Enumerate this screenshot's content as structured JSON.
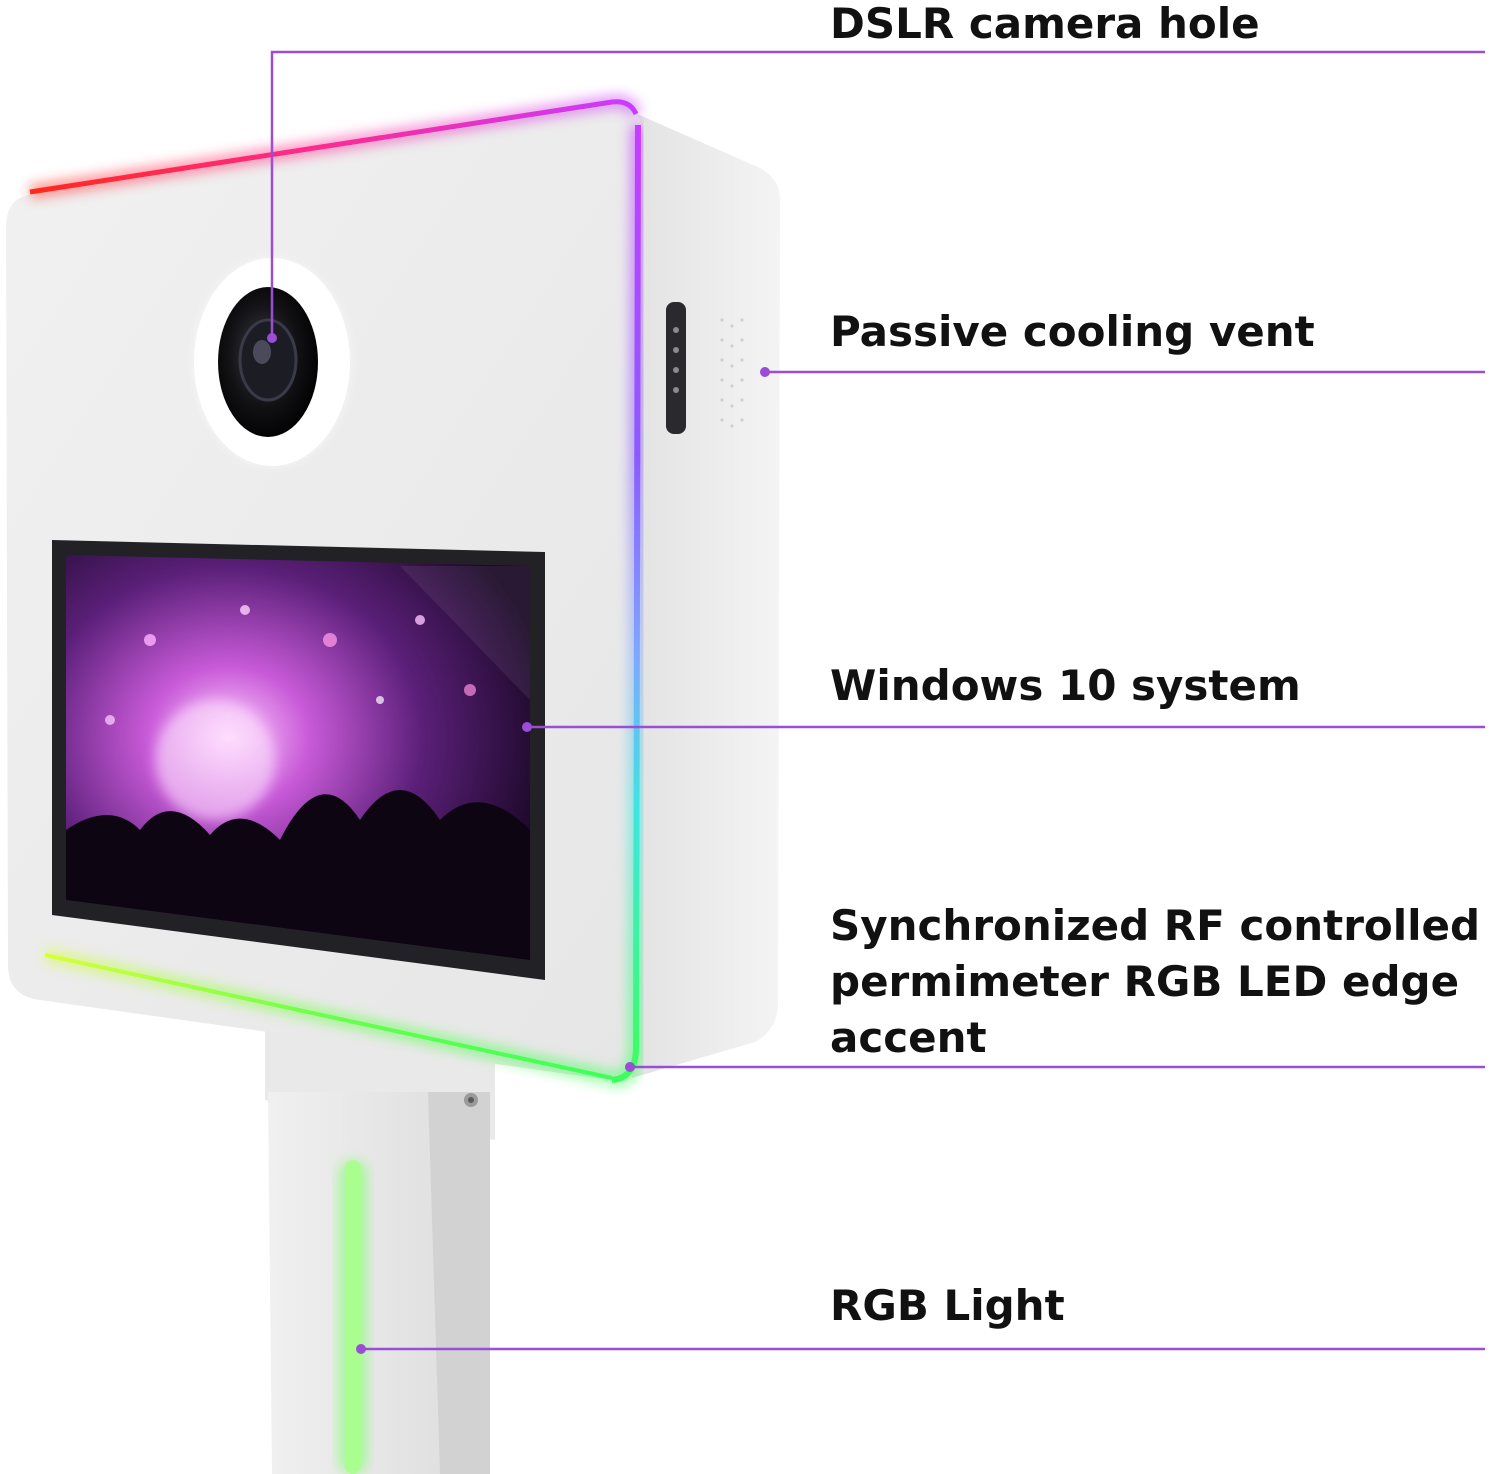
{
  "colors": {
    "accent": "#9b4dd6",
    "text": "#111111",
    "led_top_left": "#ff2a1a",
    "led_top_right": "#c83cff",
    "led_side_blue": "#6a7dff",
    "led_side_cyan": "#3ee6e0",
    "led_bottom_green": "#3dff5a"
  },
  "callouts": [
    {
      "id": "dslr",
      "lines": [
        "DSLR camera hole"
      ]
    },
    {
      "id": "vent",
      "lines": [
        "Passive cooling vent"
      ]
    },
    {
      "id": "windows",
      "lines": [
        "Windows 10 system"
      ]
    },
    {
      "id": "led",
      "lines": [
        "Synchronized RF controlled",
        "permimeter RGB LED edge",
        "accent"
      ]
    },
    {
      "id": "rgb",
      "lines": [
        "RGB Light"
      ]
    }
  ]
}
